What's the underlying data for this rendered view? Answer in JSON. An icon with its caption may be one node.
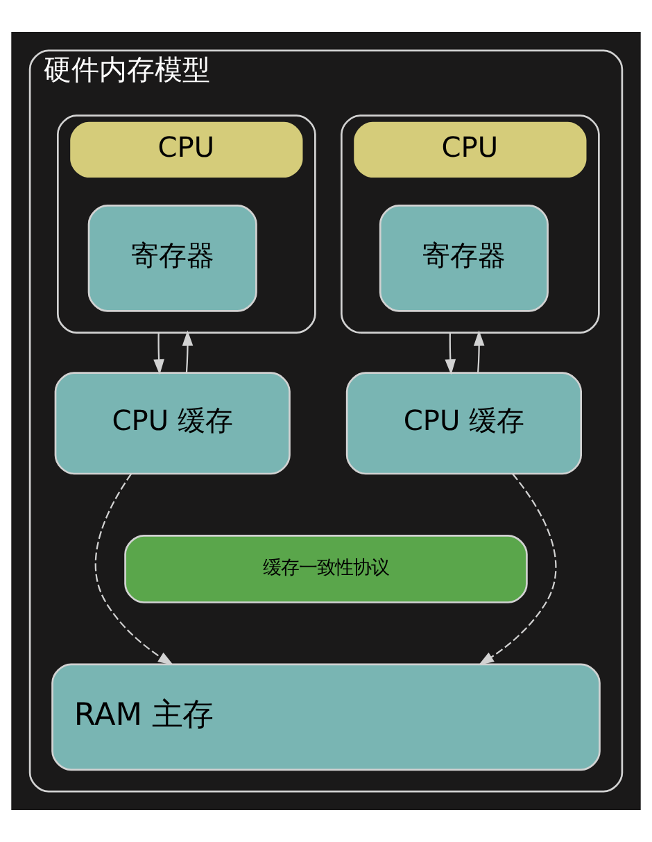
{
  "diagram": {
    "nodes": [
      {
        "text": [
          "硬件内存模型"
        ]
      },
      {
        "text": [
          "CPU"
        ],
        "in": 0
      },
      {
        "text": [
          "寄存器"
        ],
        "in": 1
      },
      {
        "text": [
          "CPU"
        ],
        "in": 0
      },
      {
        "text": [
          "寄存器"
        ],
        "in": 3
      },
      {
        "text": [
          "CPU 缓存"
        ],
        "in": 0
      },
      {
        "text": [
          "CPU 缓存"
        ],
        "in": 0
      },
      {
        "text": [
          "缓存一致性协议"
        ],
        "in": 0
      },
      {
        "text": [
          "RAM 主存"
        ],
        "in": 0
      }
    ],
    "edges": [
      {
        "from": 1,
        "to": 5,
        "arrow": "to"
      },
      {
        "from": 5,
        "to": 1,
        "arrow": "to"
      },
      {
        "from": 3,
        "to": 6,
        "arrow": "to"
      },
      {
        "from": 6,
        "to": 3,
        "arrow": "to"
      },
      {
        "from": 5,
        "to": 8,
        "arrow": "to",
        "style": "dashed"
      },
      {
        "from": 6,
        "to": 8,
        "arrow": "to",
        "style": "dashed"
      }
    ]
  }
}
